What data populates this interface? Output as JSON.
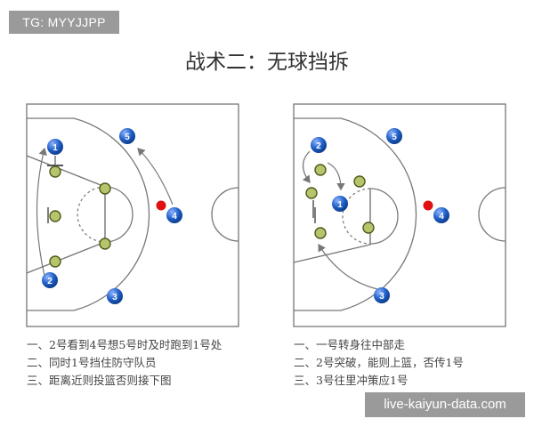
{
  "tag": "TG: MYYJJPP",
  "title": "战术二：无球挡拆",
  "watermark": "live-kaiyun-data.com",
  "colors": {
    "player": "#1f5fc6",
    "screener": "#b8c46c",
    "ball": "#e01010",
    "line": "#777777"
  },
  "diagrams": [
    {
      "players": [
        "1",
        "2",
        "3",
        "4",
        "5"
      ],
      "notes": [
        "一、2号看到4号想5号时及时跑到1号处",
        "二、同时1号挡住防守队员",
        "三、距离近则投篮否则接下图"
      ]
    },
    {
      "players": [
        "1",
        "2",
        "3",
        "4",
        "5"
      ],
      "notes": [
        "一、一号转身往中部走",
        "二、2号突破，能则上篮，否传1号",
        "三、3号往里冲策应1号"
      ]
    }
  ]
}
